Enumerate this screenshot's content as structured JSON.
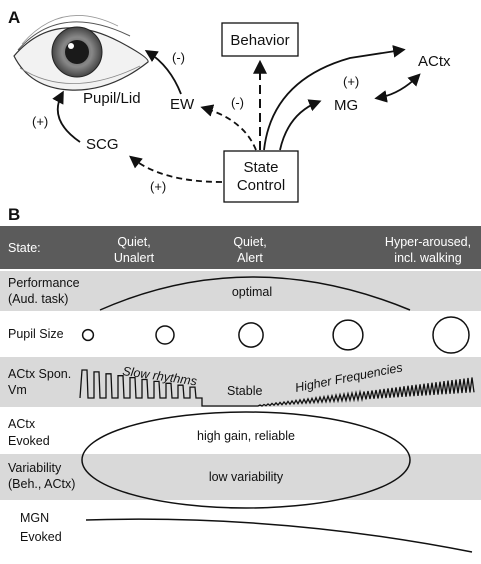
{
  "panel_a": {
    "letter": "A",
    "nodes": {
      "behavior": "Behavior",
      "actx": "ACtx",
      "pupil_lid": "Pupil/Lid",
      "ew": "EW",
      "mg": "MG",
      "scg": "SCG",
      "state_control_line1": "State",
      "state_control_line2": "Control"
    },
    "signs": {
      "ew_pupil": "(-)",
      "state_ew": "(-)",
      "mg_actx": "(+)",
      "scg_pupil": "(+)",
      "state_scg": "(+)"
    }
  },
  "panel_b": {
    "letter": "B",
    "header": {
      "state_label": "State:",
      "col1_line1": "Quiet,",
      "col1_line2": "Unalert",
      "col2_line1": "Quiet,",
      "col2_line2": "Alert",
      "col3_line1": "Hyper-aroused,",
      "col3_line2": "incl. walking"
    },
    "rows": {
      "performance_line1": "Performance",
      "performance_line2": "(Aud. task)",
      "performance_curve": "optimal",
      "pupil_size": "Pupil Size",
      "actx_spon_line1": "ACtx Spon.",
      "actx_spon_line2": "Vm",
      "slow_rhythms": "Slow rhythms",
      "stable": "Stable",
      "higher_frequencies": "Higher Frequencies",
      "actx_evoked_line1": "ACtx",
      "actx_evoked_line2": "Evoked",
      "high_gain": "high gain, reliable",
      "variability_line1": "Variability",
      "variability_line2": "(Beh., ACtx)",
      "low_variability": "low variability",
      "mgn_line1": "MGN",
      "mgn_line2": "Evoked"
    },
    "pupil_relative_sizes": [
      0.3,
      0.5,
      0.67,
      0.83,
      1.0
    ]
  },
  "colors": {
    "header_bg": "#5b5b5b",
    "band_bg": "#d9d9d9",
    "ink": "#111111"
  }
}
